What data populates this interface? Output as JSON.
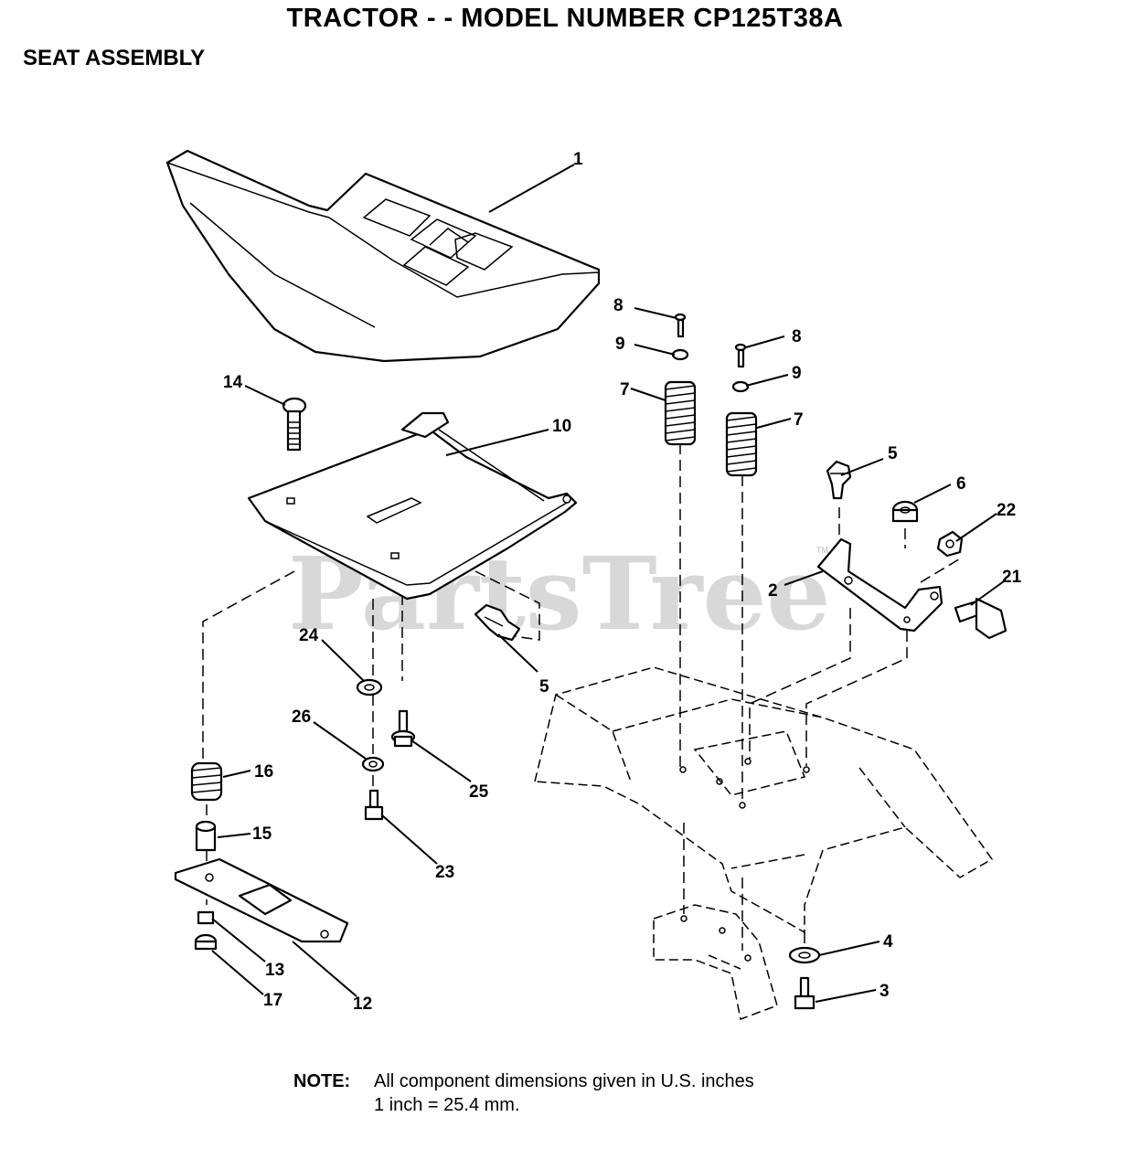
{
  "header": {
    "title": "TRACTOR - - MODEL NUMBER CP125T38A",
    "subtitle": "SEAT ASSEMBLY"
  },
  "watermark": {
    "text": "PartsTree",
    "trademark": "TM"
  },
  "callouts": [
    "1",
    "8",
    "9",
    "8",
    "9",
    "7",
    "7",
    "14",
    "10",
    "5",
    "6",
    "22",
    "2",
    "21",
    "24",
    "5",
    "26",
    "25",
    "16",
    "15",
    "23",
    "13",
    "17",
    "12",
    "4",
    "3"
  ],
  "note": {
    "label": "NOTE:",
    "line1": "All component dimensions given in U.S. inches",
    "line2": "1 inch = 25.4 mm."
  }
}
